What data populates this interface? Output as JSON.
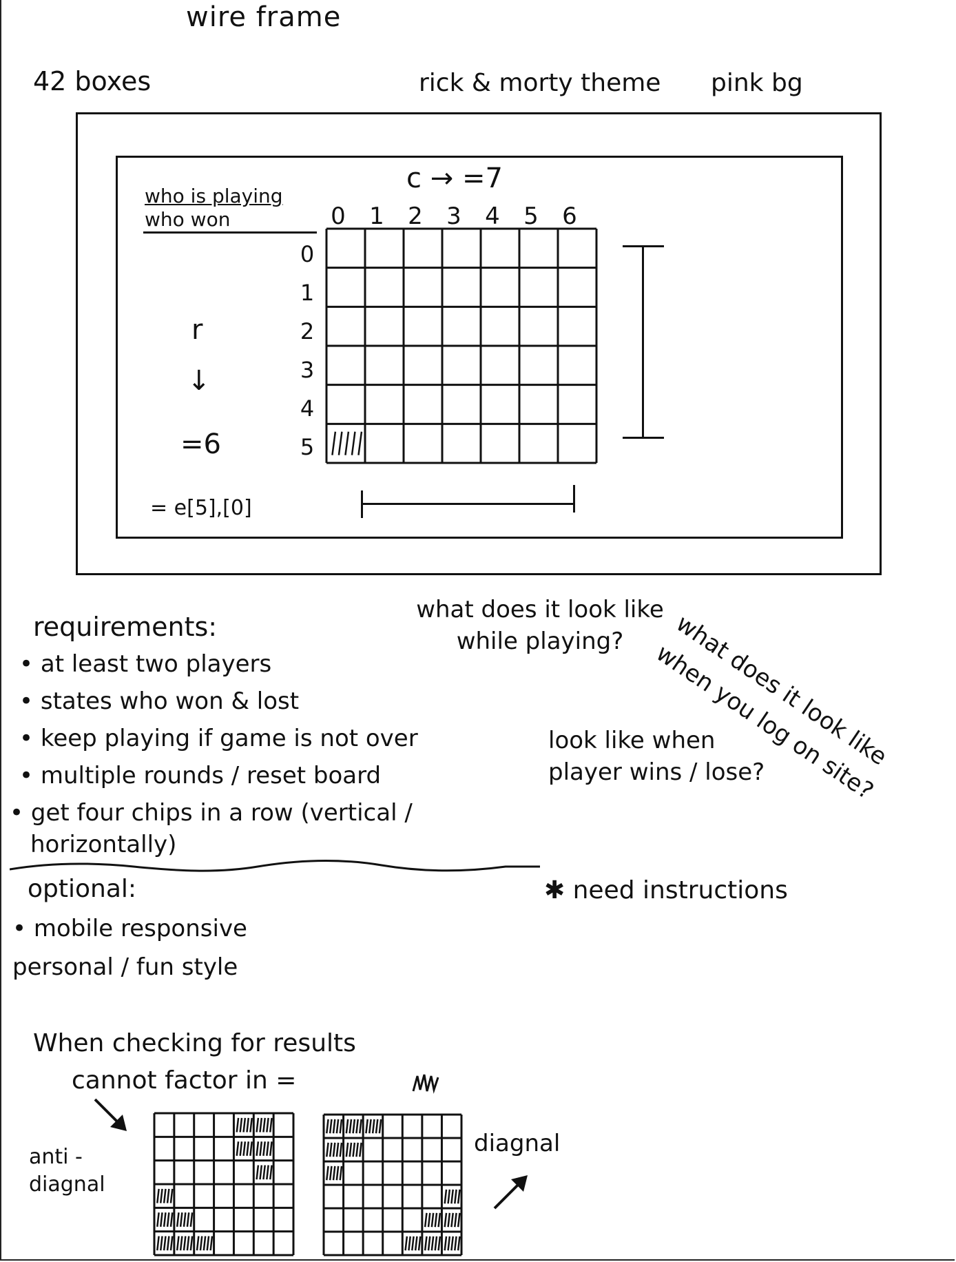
{
  "header": {
    "title": "wire frame",
    "boxes_note": "42 boxes",
    "theme_note": "rick & morty theme",
    "bg_note": "pink bg"
  },
  "wireframe": {
    "status_playing": "who is playing",
    "status_won": "who won",
    "columns_note": "c → =7",
    "rows_note_r": "r",
    "rows_note_arrow": "↓",
    "rows_note_eq": "=6",
    "chip_note": "= e[5],[0]",
    "col_labels": [
      "0",
      "1",
      "2",
      "3",
      "4",
      "5",
      "6"
    ],
    "row_labels": [
      "0",
      "1",
      "2",
      "3",
      "4",
      "5"
    ],
    "board": {
      "rows": 6,
      "cols": 7,
      "filled": [
        [
          5,
          0
        ]
      ]
    }
  },
  "requirements": {
    "title": "requirements:",
    "items": [
      "• at least two players",
      "• states who won & lost",
      "• keep playing if game is not over",
      "• multiple rounds / reset board",
      "• get four chips in a row (vertical /",
      "horizontally)"
    ]
  },
  "optional": {
    "title": "optional:",
    "items": [
      "• mobile responsive",
      "personal / fun style"
    ]
  },
  "questions": {
    "q_playing": "what does it look like while playing?",
    "q_login": "what does it look like when you log on site?",
    "q_winlose": "look like when player wins / lose?",
    "instructions": "✱ need instructions"
  },
  "checking": {
    "line1": "When checking for results",
    "line2": "cannot factor in =",
    "anti_label": "anti - diagnal",
    "diag_label": "diagnal",
    "anti_board": {
      "rows": 6,
      "cols": 7,
      "filled": [
        [
          0,
          4
        ],
        [
          0,
          5
        ],
        [
          1,
          5
        ],
        [
          2,
          5
        ],
        [
          1,
          4
        ],
        [
          3,
          0
        ],
        [
          4,
          0
        ],
        [
          4,
          1
        ],
        [
          5,
          0
        ],
        [
          5,
          1
        ],
        [
          5,
          2
        ]
      ]
    },
    "diag_board": {
      "rows": 6,
      "cols": 7,
      "filled": [
        [
          0,
          0
        ],
        [
          0,
          1
        ],
        [
          0,
          2
        ],
        [
          1,
          0
        ],
        [
          1,
          1
        ],
        [
          2,
          0
        ],
        [
          3,
          6
        ],
        [
          4,
          5
        ],
        [
          4,
          6
        ],
        [
          5,
          4
        ],
        [
          5,
          5
        ],
        [
          5,
          6
        ]
      ]
    }
  }
}
